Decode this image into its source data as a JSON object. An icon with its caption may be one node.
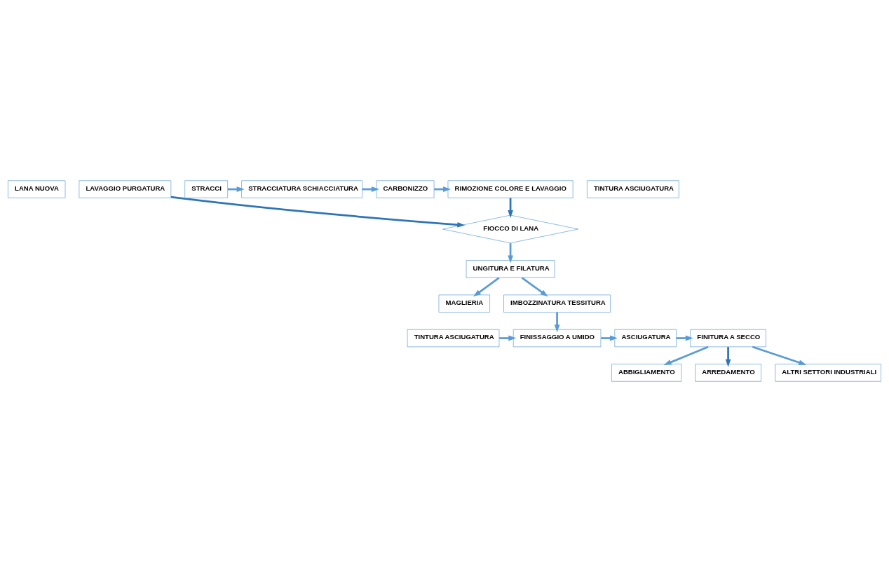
{
  "diagram": {
    "nodes": [
      {
        "text": [
          "LANA NUOVA"
        ]
      },
      {
        "text": [
          "LAVAGGIO PURGATURA"
        ]
      },
      {
        "text": [
          "RIMOZIONE COLORE E LAVAGGIO"
        ]
      },
      {
        "text": [
          "CARBONIZZO"
        ]
      },
      {
        "text": [
          "STRACCIATURA SCHIACCIATURA"
        ]
      },
      {
        "text": [
          "STRACCI"
        ]
      },
      {
        "text": [
          "TINTURA ASCIUGATURA"
        ]
      },
      {
        "text": [
          "FIOCCO DI LANA"
        ]
      },
      {
        "text": [
          "UNGITURA E FILATURA"
        ]
      },
      {
        "text": [
          "MAGLIERIA"
        ]
      },
      {
        "text": [
          "IMBOZZINATURA TESSITURA"
        ]
      },
      {
        "text": [
          "ABBIGLIAMENTO"
        ]
      },
      {
        "text": [
          "ARREDAMENTO"
        ]
      },
      {
        "text": [
          "TINTURA ASCIUGATURA"
        ]
      },
      {
        "text": [
          "FINISSAGGIO A UMIDO"
        ]
      },
      {
        "text": [
          "ASCIUGATURA"
        ]
      },
      {
        "text": [
          "FINITURA A SECCO"
        ]
      },
      {
        "text": [
          "ALTRI SETTORI INDUSTRIALI"
        ]
      }
    ],
    "edges": [
      {
        "from": 5,
        "to": 4,
        "arrow": "to"
      },
      {
        "from": 4,
        "to": 3,
        "arrow": "to"
      },
      {
        "from": 3,
        "to": 2,
        "arrow": "to"
      },
      {
        "from": 1,
        "to": 7,
        "arrow": "to",
        "color": "#2e75b6"
      },
      {
        "from": 2,
        "to": 7,
        "arrow": "to",
        "color": "#2e75b6"
      },
      {
        "from": 7,
        "to": 8,
        "arrow": "to"
      },
      {
        "from": 8,
        "to": 9,
        "arrow": "to"
      },
      {
        "from": 8,
        "to": 10,
        "arrow": "to"
      },
      {
        "from": 10,
        "to": 14,
        "arrow": "to"
      },
      {
        "from": 13,
        "to": 14,
        "arrow": "to"
      },
      {
        "from": 14,
        "to": 15,
        "arrow": "to"
      },
      {
        "from": 15,
        "to": 16,
        "arrow": "to"
      },
      {
        "from": 16,
        "to": 11,
        "arrow": "to"
      },
      {
        "from": 16,
        "to": 12,
        "arrow": "to",
        "color": "#2e75b6"
      },
      {
        "from": 16,
        "to": 17,
        "arrow": "to"
      }
    ]
  }
}
